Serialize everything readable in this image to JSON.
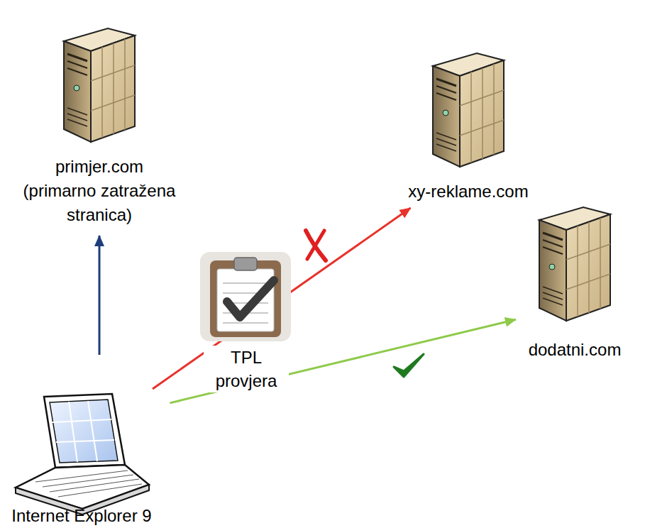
{
  "diagram": {
    "nodes": [
      {
        "text": [
          "primjer.com (primarno zatražena stranica)"
        ]
      },
      {
        "text": [
          "xy-reklame.com"
        ]
      },
      {
        "text": [
          "dodatni.com"
        ]
      },
      {
        "text": [
          "TPL provjera"
        ]
      },
      {
        "text": [
          "Internet Explorer 9"
        ]
      }
    ],
    "edges": [
      {
        "from": 4,
        "to": 0,
        "arrow": "to"
      },
      {
        "from": 4,
        "to": 1,
        "arrow": "to"
      },
      {
        "from": 4,
        "to": 2,
        "arrow": "to"
      }
    ]
  }
}
